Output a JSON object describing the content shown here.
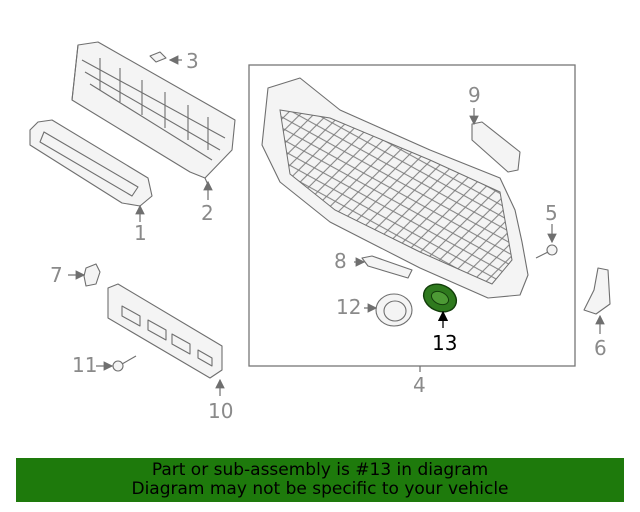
{
  "callouts": {
    "c1": "1",
    "c2": "2",
    "c3": "3",
    "c4": "4",
    "c5": "5",
    "c6": "6",
    "c7": "7",
    "c8": "8",
    "c9": "9",
    "c10": "10",
    "c11": "11",
    "c12": "12",
    "c13": "13"
  },
  "highlight": {
    "part": "13",
    "color": "#2f7a1e"
  },
  "banner": {
    "line1": "Part or sub-assembly is #13 in diagram",
    "line2": "Diagram may not be specific to your vehicle",
    "background": "#1e7a0c"
  }
}
